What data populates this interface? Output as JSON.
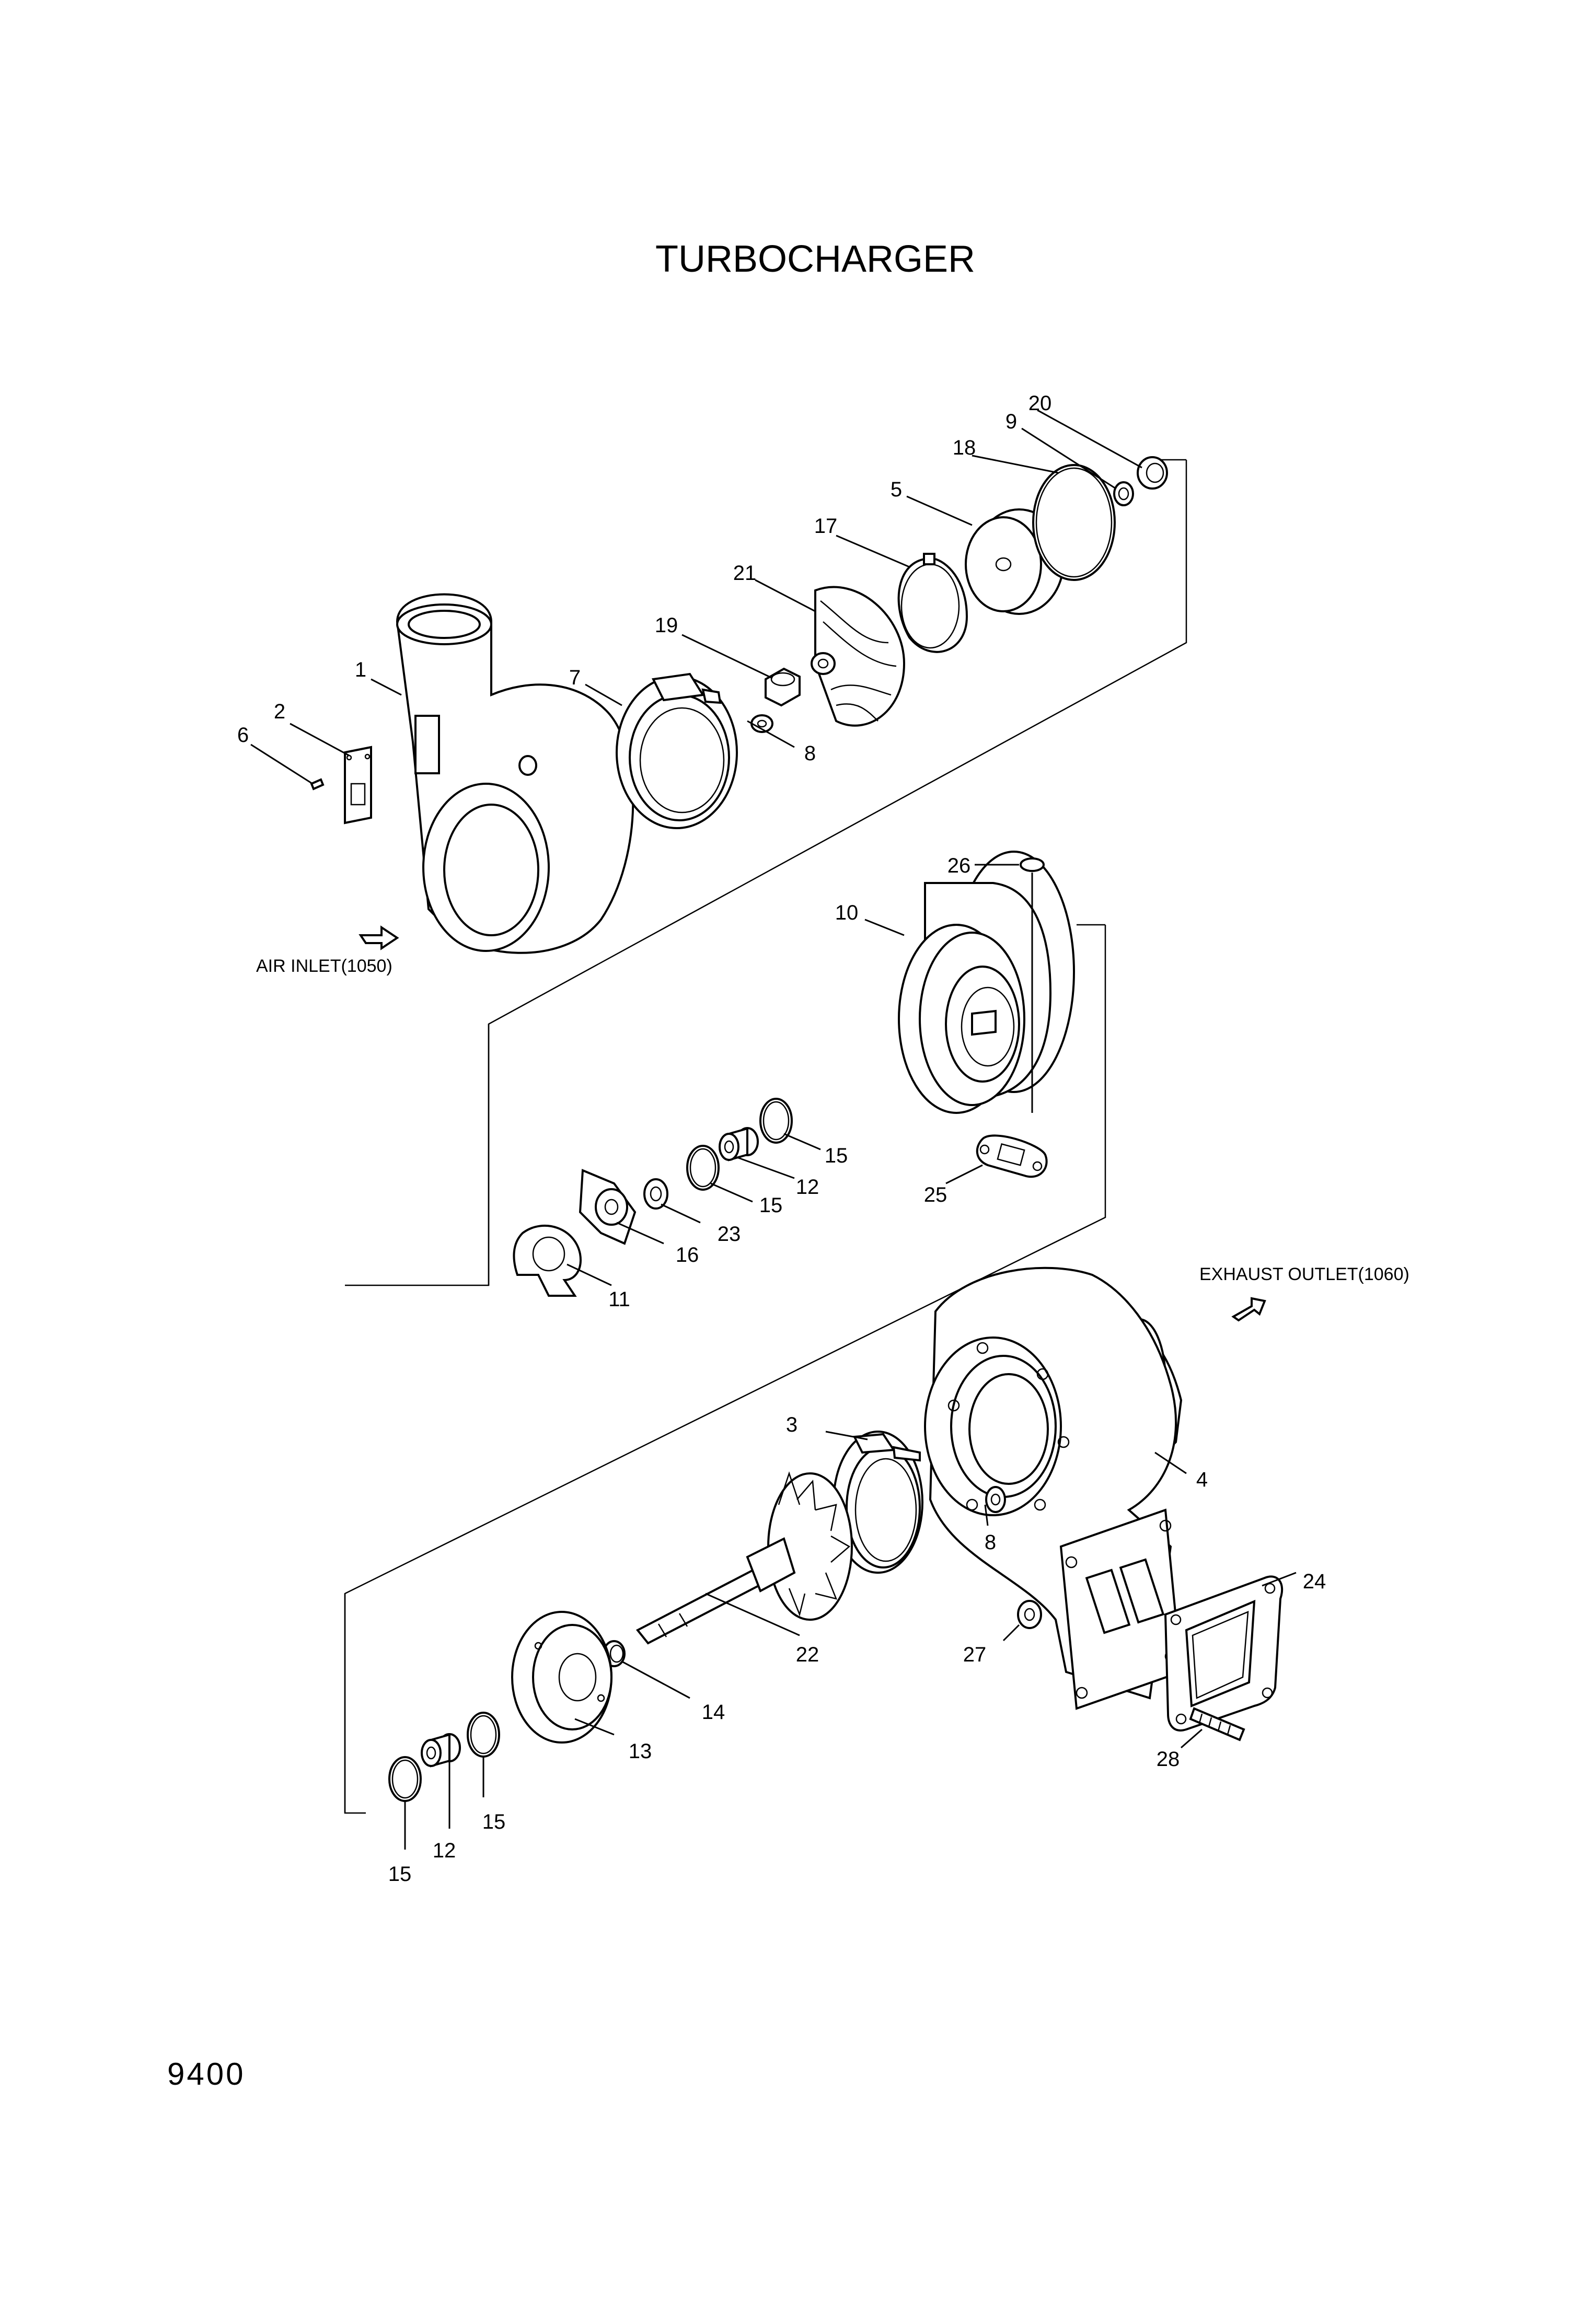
{
  "title": "TURBOCHARGER",
  "page_number": "9400",
  "notes": {
    "air_inlet": "AIR INLET(1050)",
    "exhaust_outlet": "EXHAUST OUTLET(1060)"
  },
  "callouts": {
    "c1": "1",
    "c2": "2",
    "c3": "3",
    "c4": "4",
    "c5": "5",
    "c6": "6",
    "c7": "7",
    "c8a": "8",
    "c8b": "8",
    "c9": "9",
    "c10": "10",
    "c11": "11",
    "c12a": "12",
    "c12b": "12",
    "c13": "13",
    "c14": "14",
    "c15a": "15",
    "c15b": "15",
    "c15c": "15",
    "c15d": "15",
    "c16": "16",
    "c17": "17",
    "c18": "18",
    "c19": "19",
    "c20": "20",
    "c21": "21",
    "c22": "22",
    "c23": "23",
    "c24": "24",
    "c25": "25",
    "c26": "26",
    "c27": "27",
    "c28": "28"
  },
  "icons": {
    "air_inlet_arrow": "outline-arrow-icon",
    "exhaust_outlet_arrow": "outline-arrow-icon"
  }
}
